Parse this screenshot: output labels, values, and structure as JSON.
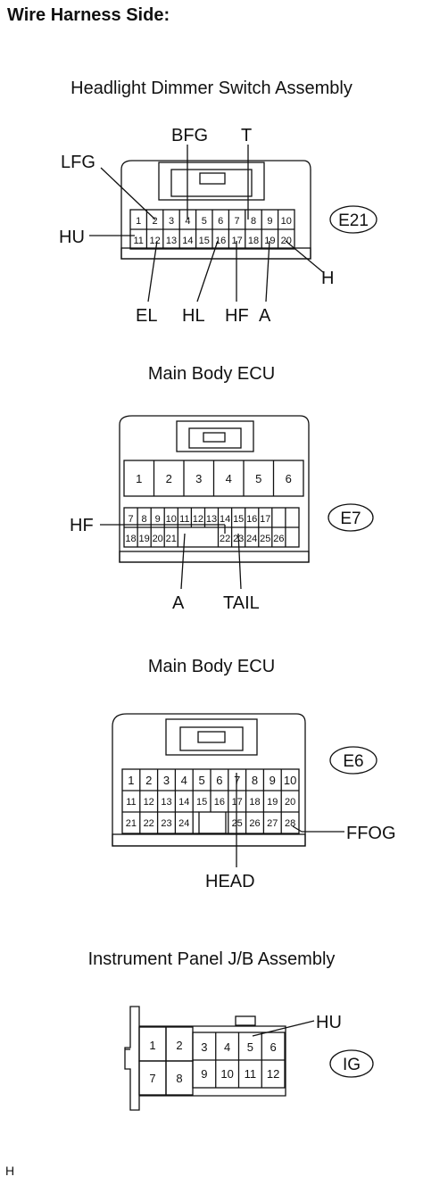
{
  "page_title": "Wire Harness Side:",
  "footer_mark": "H",
  "connectors": {
    "e21": {
      "caption": "Headlight Dimmer Switch Assembly",
      "id": "E21",
      "pins": [
        "1",
        "2",
        "3",
        "4",
        "5",
        "6",
        "7",
        "8",
        "9",
        "10",
        "11",
        "12",
        "13",
        "14",
        "15",
        "16",
        "17",
        "18",
        "19",
        "20"
      ],
      "labels": {
        "lfg": "LFG",
        "bfg": "BFG",
        "t": "T",
        "hu": "HU",
        "h": "H",
        "el": "EL",
        "hl": "HL",
        "hf": "HF",
        "a": "A"
      }
    },
    "e7": {
      "caption": "Main Body ECU",
      "id": "E7",
      "pins": [
        "1",
        "2",
        "3",
        "4",
        "5",
        "6",
        "7",
        "8",
        "9",
        "10",
        "11",
        "12",
        "13",
        "14",
        "15",
        "16",
        "17",
        "18",
        "19",
        "20",
        "21",
        "22",
        "23",
        "24",
        "25",
        "26"
      ],
      "labels": {
        "hf": "HF",
        "a": "A",
        "tail": "TAIL"
      }
    },
    "e6": {
      "caption": "Main Body ECU",
      "id": "E6",
      "pins": [
        "1",
        "2",
        "3",
        "4",
        "5",
        "6",
        "7",
        "8",
        "9",
        "10",
        "11",
        "12",
        "13",
        "14",
        "15",
        "16",
        "17",
        "18",
        "19",
        "20",
        "21",
        "22",
        "23",
        "24",
        "25",
        "26",
        "27",
        "28"
      ],
      "labels": {
        "ffog": "FFOG",
        "head": "HEAD"
      }
    },
    "ig": {
      "caption": "Instrument Panel J/B Assembly",
      "id": "IG",
      "pins": [
        "1",
        "2",
        "3",
        "4",
        "5",
        "6",
        "7",
        "8",
        "9",
        "10",
        "11",
        "12"
      ],
      "labels": {
        "hu": "HU"
      }
    }
  }
}
